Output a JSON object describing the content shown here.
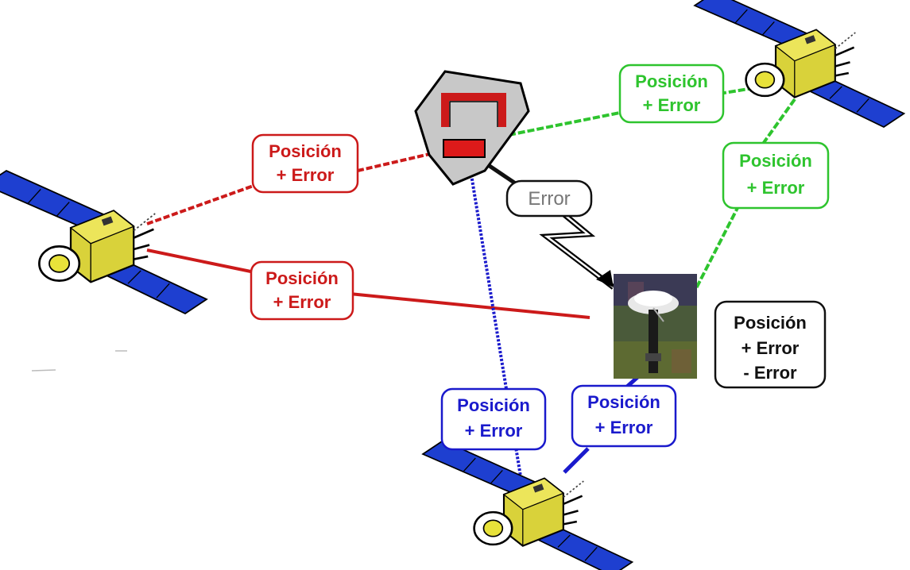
{
  "colors": {
    "red": "#cc1a1a",
    "green": "#2ec42e",
    "blue": "#1a1acc",
    "black": "#111111",
    "satellite_body": "#d9d23a",
    "solar_panel": "#1e3fd0",
    "station_gray": "#c8c8c8"
  },
  "icons": {
    "satellite": "satellite-icon",
    "reference_station": "reference-station-icon",
    "receiver_antenna": "gps-antenna-icon",
    "lightning": "lightning-bolt-icon"
  },
  "labels": {
    "red_upper": {
      "line1": "Posición",
      "line2": "+ Error"
    },
    "red_lower": {
      "line1": "Posición",
      "line2": "+ Error"
    },
    "green_top": {
      "line1": "Posición",
      "line2": "+ Error"
    },
    "green_right": {
      "line1": "Posición",
      "line2": "+ Error"
    },
    "blue_left": {
      "line1": "Posición",
      "line2": "+ Error"
    },
    "blue_right": {
      "line1": "Posición",
      "line2": "+ Error"
    },
    "error": {
      "line1": "Error"
    },
    "result": {
      "line1": "Posición",
      "line2": "+ Error",
      "line3": "- Error"
    }
  }
}
